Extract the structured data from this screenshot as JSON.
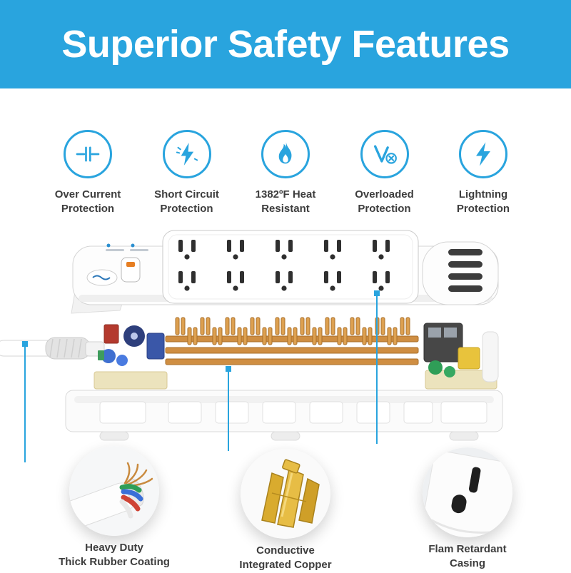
{
  "banner": {
    "title": "Superior Safety Features"
  },
  "features": [
    {
      "line1": "Over Current",
      "line2": "Protection",
      "icon": "over-current-icon"
    },
    {
      "line1": "Short Circuit",
      "line2": "Protection",
      "icon": "short-circuit-icon"
    },
    {
      "line1": "1382ºF Heat",
      "line2": "Resistant",
      "icon": "heat-resistant-icon"
    },
    {
      "line1": "Overloaded",
      "line2": "Protection",
      "icon": "overloaded-icon"
    },
    {
      "line1": "Lightning",
      "line2": "Protection",
      "icon": "lightning-icon"
    }
  ],
  "callouts": [
    {
      "line1": "Heavy Duty",
      "line2": "Thick Rubber Coating"
    },
    {
      "line1": "Conductive",
      "line2": "Integrated Copper"
    },
    {
      "line1": "Flam Retardant",
      "line2": "Casing"
    }
  ],
  "colors": {
    "accent": "#29a4de",
    "banner-bg": "#29a4de",
    "banner-text": "#ffffff",
    "label-text": "#3d3d3d",
    "copper": "#c98a3e"
  }
}
